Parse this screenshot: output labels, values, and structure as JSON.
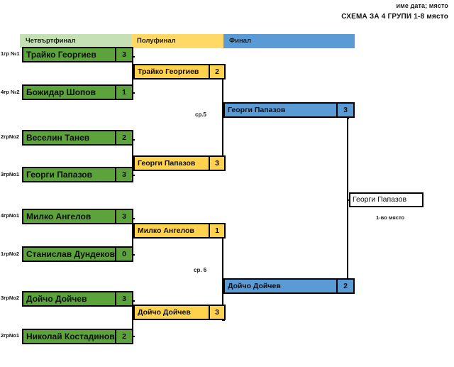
{
  "header": {
    "subtitle": "име дата; място",
    "title": "СХЕМА ЗА 4 ГРУПИ   1-8 място"
  },
  "rounds": [
    {
      "key": "quarterfinal",
      "label": "Четвъртфинал",
      "color": "#c5e0b4"
    },
    {
      "key": "semifinal",
      "label": "Полуфинал",
      "color": "#ffd966"
    },
    {
      "key": "final",
      "label": "Финал",
      "color": "#5b9bd5"
    }
  ],
  "quarterfinals": [
    {
      "seed": "1гр №1",
      "name": "Трайко Георгиев",
      "score": "3"
    },
    {
      "seed": "4гр №2",
      "name": "Божидар Шопов",
      "score": "1"
    },
    {
      "seed": "2грNo2",
      "name": "Веселин Танев",
      "score": "2"
    },
    {
      "seed": "3грNo1",
      "name": "Георги Папазов",
      "score": "3"
    },
    {
      "seed": "4грNo1",
      "name": "Милко Ангелов",
      "score": "3"
    },
    {
      "seed": "1грNo2",
      "name": "Станислав Дундеков",
      "score": "0"
    },
    {
      "seed": "3грNo2",
      "name": "Дойчо Дойчев",
      "score": "3"
    },
    {
      "seed": "2грNo1",
      "name": "Николай Костадинов",
      "score": "2"
    }
  ],
  "semifinals": [
    {
      "name": "Трайко Георгиев",
      "score": "2"
    },
    {
      "name": "Георги Папазов",
      "score": "3"
    },
    {
      "name": "Милко Ангелов",
      "score": "1"
    },
    {
      "name": "Дойчо Дойчев",
      "score": "3"
    }
  ],
  "finals": [
    {
      "name": "Георги Папазов",
      "score": "3"
    },
    {
      "name": "Дойчо Дойчев",
      "score": "2"
    }
  ],
  "match_labels": {
    "upper": "ср.5",
    "lower": "ср. 6"
  },
  "winner": {
    "name": "Георги Папазов",
    "place": "1-во място"
  }
}
